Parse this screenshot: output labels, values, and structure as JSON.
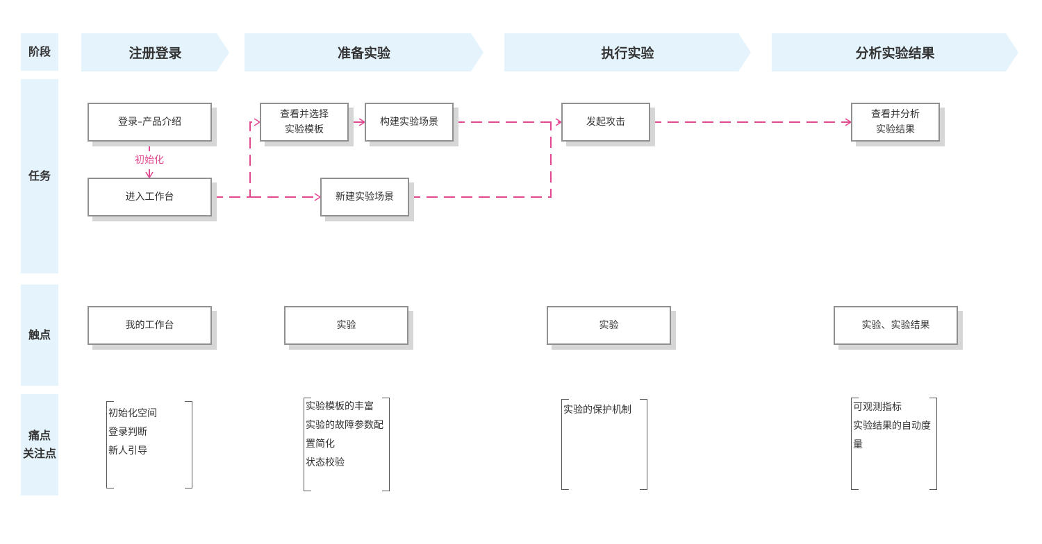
{
  "rows": {
    "stage": "阶段",
    "task": "任务",
    "touchpoint": "触点",
    "pain_line1": "痛点",
    "pain_line2": "关注点"
  },
  "stages": [
    "注册登录",
    "准备实验",
    "执行实验",
    "分析实验结果"
  ],
  "tasks": {
    "login_intro": "登录–产品介绍",
    "init_label": "初始化",
    "enter_workbench": "进入工作台",
    "view_template_l1": "查看并选择",
    "view_template_l2": "实验模板",
    "build_scene": "构建实验场景",
    "new_scene": "新建实验场景",
    "launch_attack": "发起攻击",
    "view_result_l1": "查看并分析",
    "view_result_l2": "实验结果"
  },
  "touchpoints": [
    "我的工作台",
    "实验",
    "实验",
    "实验、实验结果"
  ],
  "pain_points": [
    [
      "初始化空间",
      "登录判断",
      "新人引导"
    ],
    [
      "实验模板的丰富",
      "实验的故障参数配",
      "置简化",
      "状态校验"
    ],
    [
      "实验的保护机制"
    ],
    [
      "可观测指标",
      "实验结果的自动度",
      "量"
    ]
  ],
  "colors": {
    "row_bg": "#e5f3fc",
    "box_border": "#909090",
    "box_shadow": "#d6d6d6",
    "connector": "#e1488f"
  }
}
